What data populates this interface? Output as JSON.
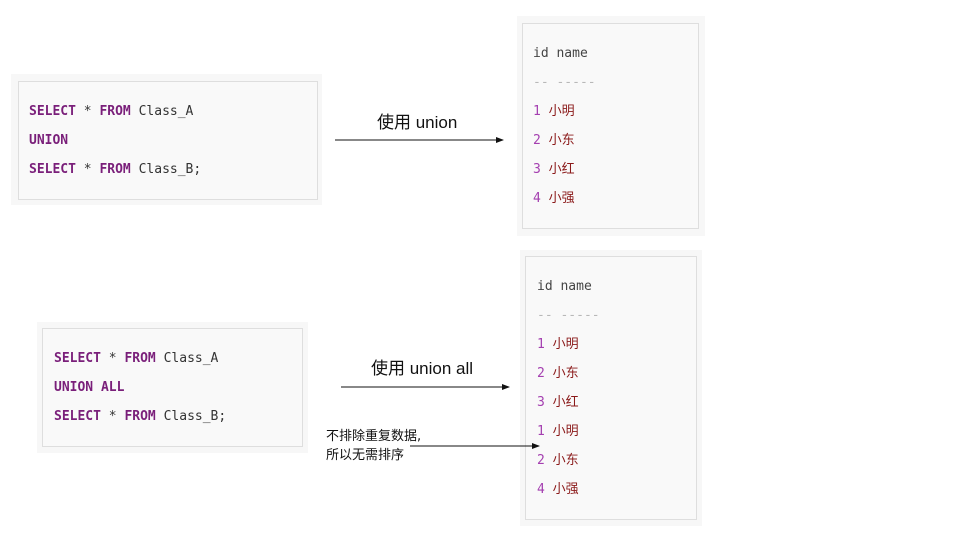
{
  "top": {
    "query": {
      "line1": {
        "kw1": "SELECT",
        "op": "*",
        "kw2": "FROM",
        "table": "Class_A"
      },
      "line2": {
        "kw": "UNION"
      },
      "line3": {
        "kw1": "SELECT",
        "op": "*",
        "kw2": "FROM",
        "table": "Class_B;"
      }
    },
    "arrow_label": "使用 union",
    "result": {
      "header": "id name",
      "separator": "-- -----",
      "rows": [
        {
          "id": "1",
          "name": "小明"
        },
        {
          "id": "2",
          "name": "小东"
        },
        {
          "id": "3",
          "name": "小红"
        },
        {
          "id": "4",
          "name": "小强"
        }
      ]
    }
  },
  "bottom": {
    "query": {
      "line1": {
        "kw1": "SELECT",
        "op": "*",
        "kw2": "FROM",
        "table": "Class_A"
      },
      "line2": {
        "kw": "UNION ALL"
      },
      "line3": {
        "kw1": "SELECT",
        "op": "*",
        "kw2": "FROM",
        "table": "Class_B;"
      }
    },
    "arrow_label": "使用 union all",
    "note_line1": "不排除重复数据,",
    "note_line2": "所以无需排序",
    "result": {
      "header": "id name",
      "separator": "-- -----",
      "rows": [
        {
          "id": "1",
          "name": "小明"
        },
        {
          "id": "2",
          "name": "小东"
        },
        {
          "id": "3",
          "name": "小红"
        },
        {
          "id": "1",
          "name": "小明"
        },
        {
          "id": "2",
          "name": "小东"
        },
        {
          "id": "4",
          "name": "小强"
        }
      ]
    }
  }
}
